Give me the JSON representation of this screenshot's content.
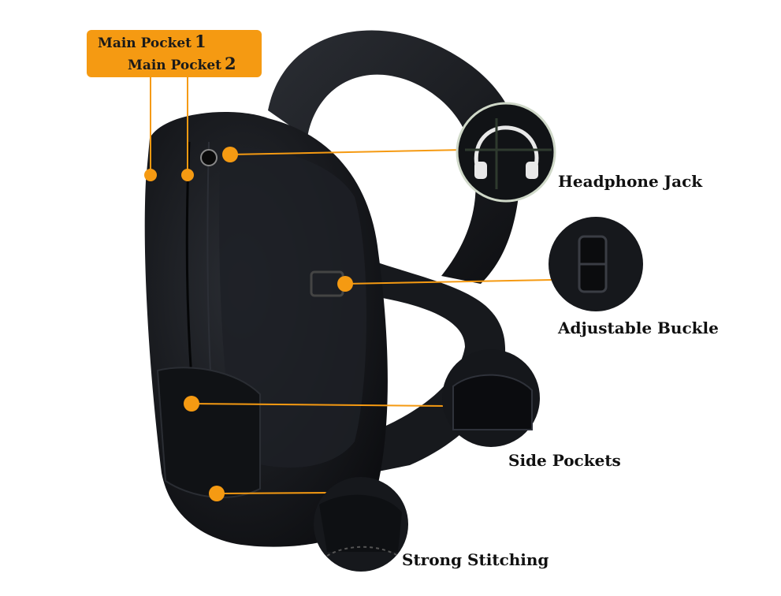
{
  "callouts": {
    "main_pocket_1": {
      "text": "Main Pocket",
      "num": "1"
    },
    "main_pocket_2": {
      "text": "Main Pocket",
      "num": "2"
    },
    "headphone_jack": "Headphone Jack",
    "adjustable_buckle": "Adjustable Buckle",
    "side_pockets": "Side Pockets",
    "strong_stitching": "Strong Stitching"
  },
  "colors": {
    "accent": "#f59a12",
    "bag": "#16181d",
    "background": "#ffffff"
  }
}
